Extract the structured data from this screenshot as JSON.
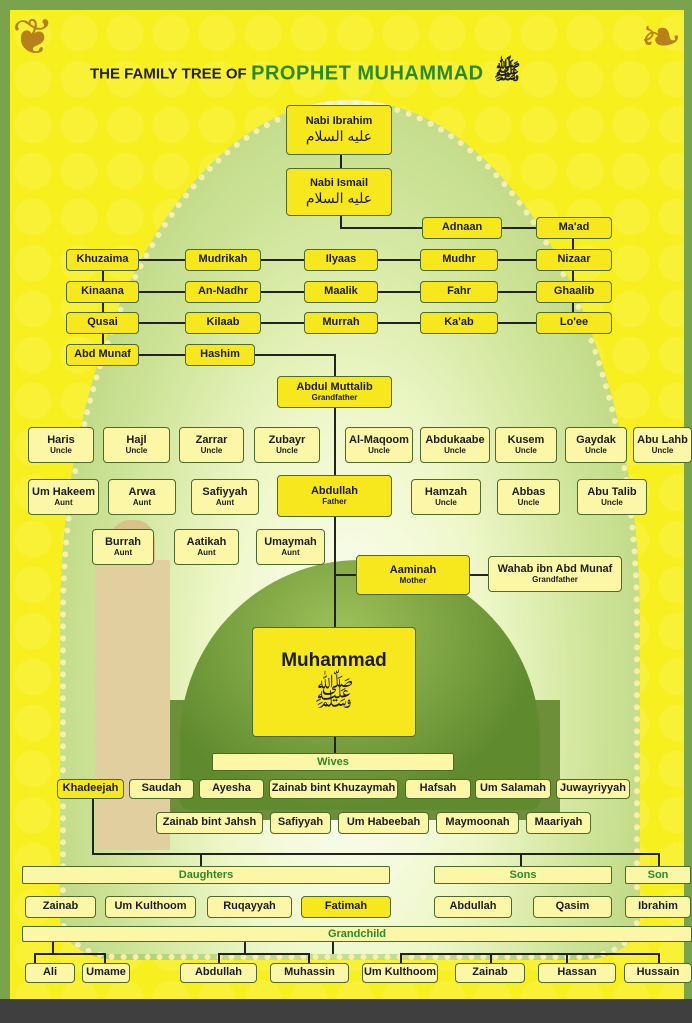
{
  "title": {
    "prefix": "THE FAMILY TREE OF",
    "main": "PROPHET MUHAMMAD",
    "calligraphy": "ﷺ"
  },
  "ancestors": {
    "nabi_ibrahim": "Nabi Ibrahim",
    "nabi_ibrahim_cal": "عليه السلام",
    "nabi_ismail": "Nabi Ismail",
    "nabi_ismail_cal": "عليه السلام",
    "adnaan": "Adnaan",
    "maad": "Ma'ad",
    "khuzaima": "Khuzaima",
    "mudrikah": "Mudrikah",
    "ilyaas": "Ilyaas",
    "mudhr": "Mudhr",
    "nizaar": "Nizaar",
    "kinaana": "Kinaana",
    "an_nadhr": "An-Nadhr",
    "maalik": "Maalik",
    "fahr": "Fahr",
    "ghaalib": "Ghaalib",
    "qusai": "Qusai",
    "kilaab": "Kilaab",
    "murrah": "Murrah",
    "kaab": "Ka'ab",
    "loee": "Lo'ee",
    "abd_munaf": "Abd Munaf",
    "hashim": "Hashim"
  },
  "grandfather": {
    "name": "Abdul Muttalib",
    "role": "Grandfather"
  },
  "relatives_row1": [
    {
      "name": "Haris",
      "role": "Uncle"
    },
    {
      "name": "Hajl",
      "role": "Uncle"
    },
    {
      "name": "Zarrar",
      "role": "Uncle"
    },
    {
      "name": "Zubayr",
      "role": "Uncle"
    },
    {
      "name": "Al-Maqoom",
      "role": "Uncle"
    },
    {
      "name": "Abdukaabe",
      "role": "Uncle"
    },
    {
      "name": "Kusem",
      "role": "Uncle"
    },
    {
      "name": "Gaydak",
      "role": "Uncle"
    },
    {
      "name": "Abu Lahb",
      "role": "Uncle"
    }
  ],
  "relatives_row2": [
    {
      "name": "Um Hakeem",
      "role": "Aunt"
    },
    {
      "name": "Arwa",
      "role": "Aunt"
    },
    {
      "name": "Safiyyah",
      "role": "Aunt"
    },
    {
      "name": "Hamzah",
      "role": "Uncle"
    },
    {
      "name": "Abbas",
      "role": "Uncle"
    },
    {
      "name": "Abu Talib",
      "role": "Uncle"
    }
  ],
  "father": {
    "name": "Abdullah",
    "role": "Father"
  },
  "relatives_row3": [
    {
      "name": "Burrah",
      "role": "Aunt"
    },
    {
      "name": "Aatikah",
      "role": "Aunt"
    },
    {
      "name": "Umaymah",
      "role": "Aunt"
    }
  ],
  "mother": {
    "name": "Aaminah",
    "role": "Mother"
  },
  "maternal_grandfather": {
    "name": "Wahab ibn Abd Munaf",
    "role": "Grandfather"
  },
  "prophet": {
    "name": "Muhammad",
    "calligraphy": "ﷺ"
  },
  "wives_label": "Wives",
  "wives_row1": [
    "Khadeejah",
    "Saudah",
    "Ayesha",
    "Zainab bint Khuzaymah",
    "Hafsah",
    "Um Salamah",
    "Juwayriyyah"
  ],
  "wives_row2": [
    "Zainab bint Jahsh",
    "Safiyyah",
    "Um Habeebah",
    "Maymoonah",
    "Maariyah"
  ],
  "daughters_label": "Daughters",
  "sons_label": "Sons",
  "son_label": "Son",
  "daughters": [
    "Zainab",
    "Um Kulthoom",
    "Ruqayyah",
    "Fatimah"
  ],
  "sons": [
    "Abdullah",
    "Qasim"
  ],
  "son": "Ibrahim",
  "grandchild_label": "Grandchild",
  "grandchildren": [
    "Ali",
    "Umame",
    "Abdullah",
    "Muhassin",
    "Um Kulthoom",
    "Zainab",
    "Hassan",
    "Hussain"
  ]
}
